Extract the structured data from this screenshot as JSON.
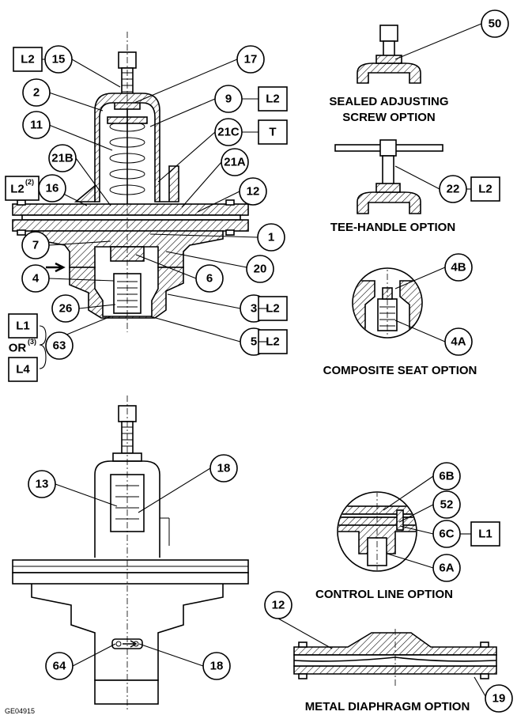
{
  "figure_id": "GE04915",
  "captions": {
    "sealed_adjusting_1": "SEALED ADJUSTING",
    "sealed_adjusting_2": "SCREW OPTION",
    "tee_handle": "TEE-HANDLE OPTION",
    "composite_seat": "COMPOSITE SEAT OPTION",
    "control_line": "CONTROL LINE OPTION",
    "metal_diaphragm": "METAL DIAPHRAGM OPTION"
  },
  "callouts": {
    "c15": "15",
    "c17": "17",
    "c2": "2",
    "c9": "9",
    "c11": "11",
    "c21C": "21C",
    "c21B": "21B",
    "c21A": "21A",
    "c16": "16",
    "c12": "12",
    "c1": "1",
    "c7": "7",
    "c20": "20",
    "c6": "6",
    "c4": "4",
    "c26": "26",
    "c3": "3",
    "c63": "63",
    "c5": "5",
    "c50": "50",
    "c22": "22",
    "c4B": "4B",
    "c4A": "4A",
    "c13": "13",
    "c18a": "18",
    "c6B": "6B",
    "c52": "52",
    "c6C": "6C",
    "c6A": "6A",
    "c64": "64",
    "c18b": "18",
    "c12b": "12",
    "c19": "19"
  },
  "lube_tags": {
    "t15": "L2",
    "t9": "L2",
    "t21C": "T",
    "t16": "L2",
    "t16_sup": "(2)",
    "t3": "L2",
    "t5": "L2",
    "t63a": "L1",
    "t63_or": "OR",
    "t63_or_sup": "(3)",
    "t63b": "L4",
    "t22": "L2",
    "t6C": "L1"
  }
}
